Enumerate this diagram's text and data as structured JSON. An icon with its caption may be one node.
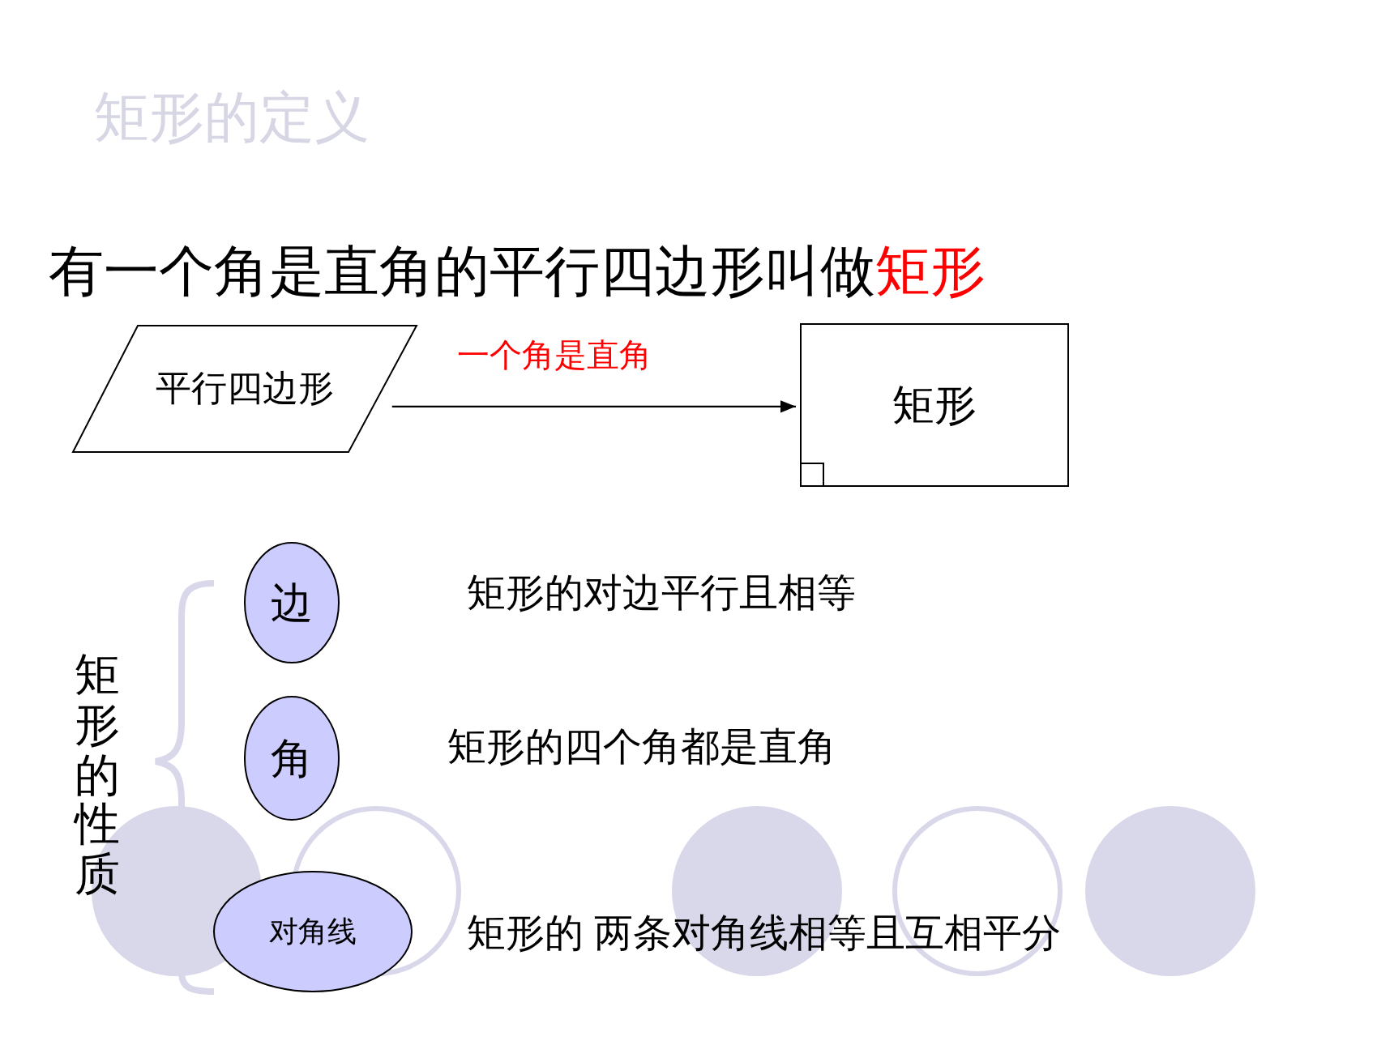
{
  "diagram": {
    "title": "矩形的定义",
    "nodes": [
      {
        "text": [
          "平行四边形"
        ]
      },
      {
        "text": [
          "矩形"
        ]
      },
      {
        "text": [
          "边"
        ],
        "beside": [
          "矩形的对边平行且相等"
        ]
      },
      {
        "text": [
          "角"
        ],
        "beside": [
          "矩形的四个角都是直角"
        ]
      },
      {
        "text": [
          "对角线"
        ],
        "beside": [
          "矩形的 两条对角线相等且互相平分"
        ]
      }
    ],
    "edges": [
      {
        "from": 0,
        "to": 1,
        "arrow": "to",
        "label": "一个角是直角"
      }
    ],
    "labels": [
      "有一个角是直角的平行四边形叫做",
      "矩形",
      "矩形的性质"
    ]
  }
}
